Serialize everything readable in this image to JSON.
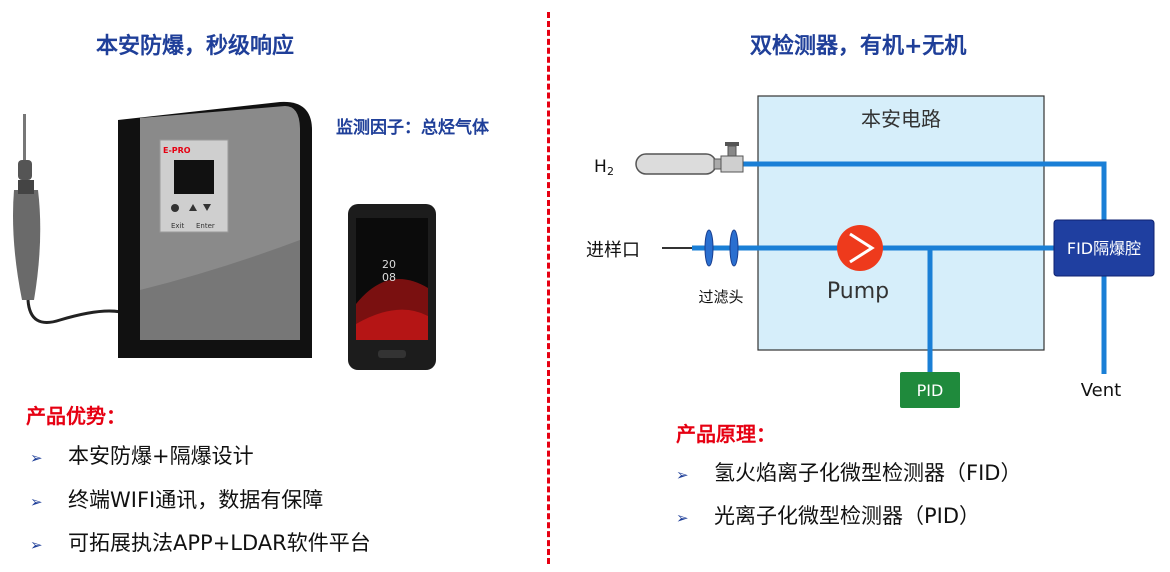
{
  "left": {
    "title": "本安防爆，秒级响应",
    "factor_label": "监测因子：总烃气体",
    "device": {
      "brand": "E-PRO",
      "btn_exit": "Exit",
      "btn_enter": "Enter"
    },
    "phone": {
      "time_hour": "20",
      "time_min": "08"
    },
    "advantages_title": "产品优势：",
    "advantages": [
      "本安防爆+隔爆设计",
      "终端WIFI通讯，数据有保障",
      "可拓展执法APP+LDAR软件平台"
    ]
  },
  "right": {
    "title": "双检测器，有机+无机",
    "diagram": {
      "box_label": "本安电路",
      "h2_label": "H",
      "h2_sub": "2",
      "inlet_label": "进样口",
      "filter_label": "过滤头",
      "pump_label": "Pump",
      "fid_label": "FID隔爆腔",
      "pid_label": "PID",
      "vent_label": "Vent"
    },
    "principle_title": "产品原理：",
    "principles": [
      "氢火焰离子化微型检测器（FID）",
      "光离子化微型检测器（PID）"
    ]
  },
  "colors": {
    "title_blue": "#1f3f99",
    "accent_red": "#e60012",
    "pipe_blue": "#1a7fd6",
    "box_fill": "#d6eefa",
    "fid_fill": "#1f3fa0",
    "pid_fill": "#1f8a3c"
  }
}
